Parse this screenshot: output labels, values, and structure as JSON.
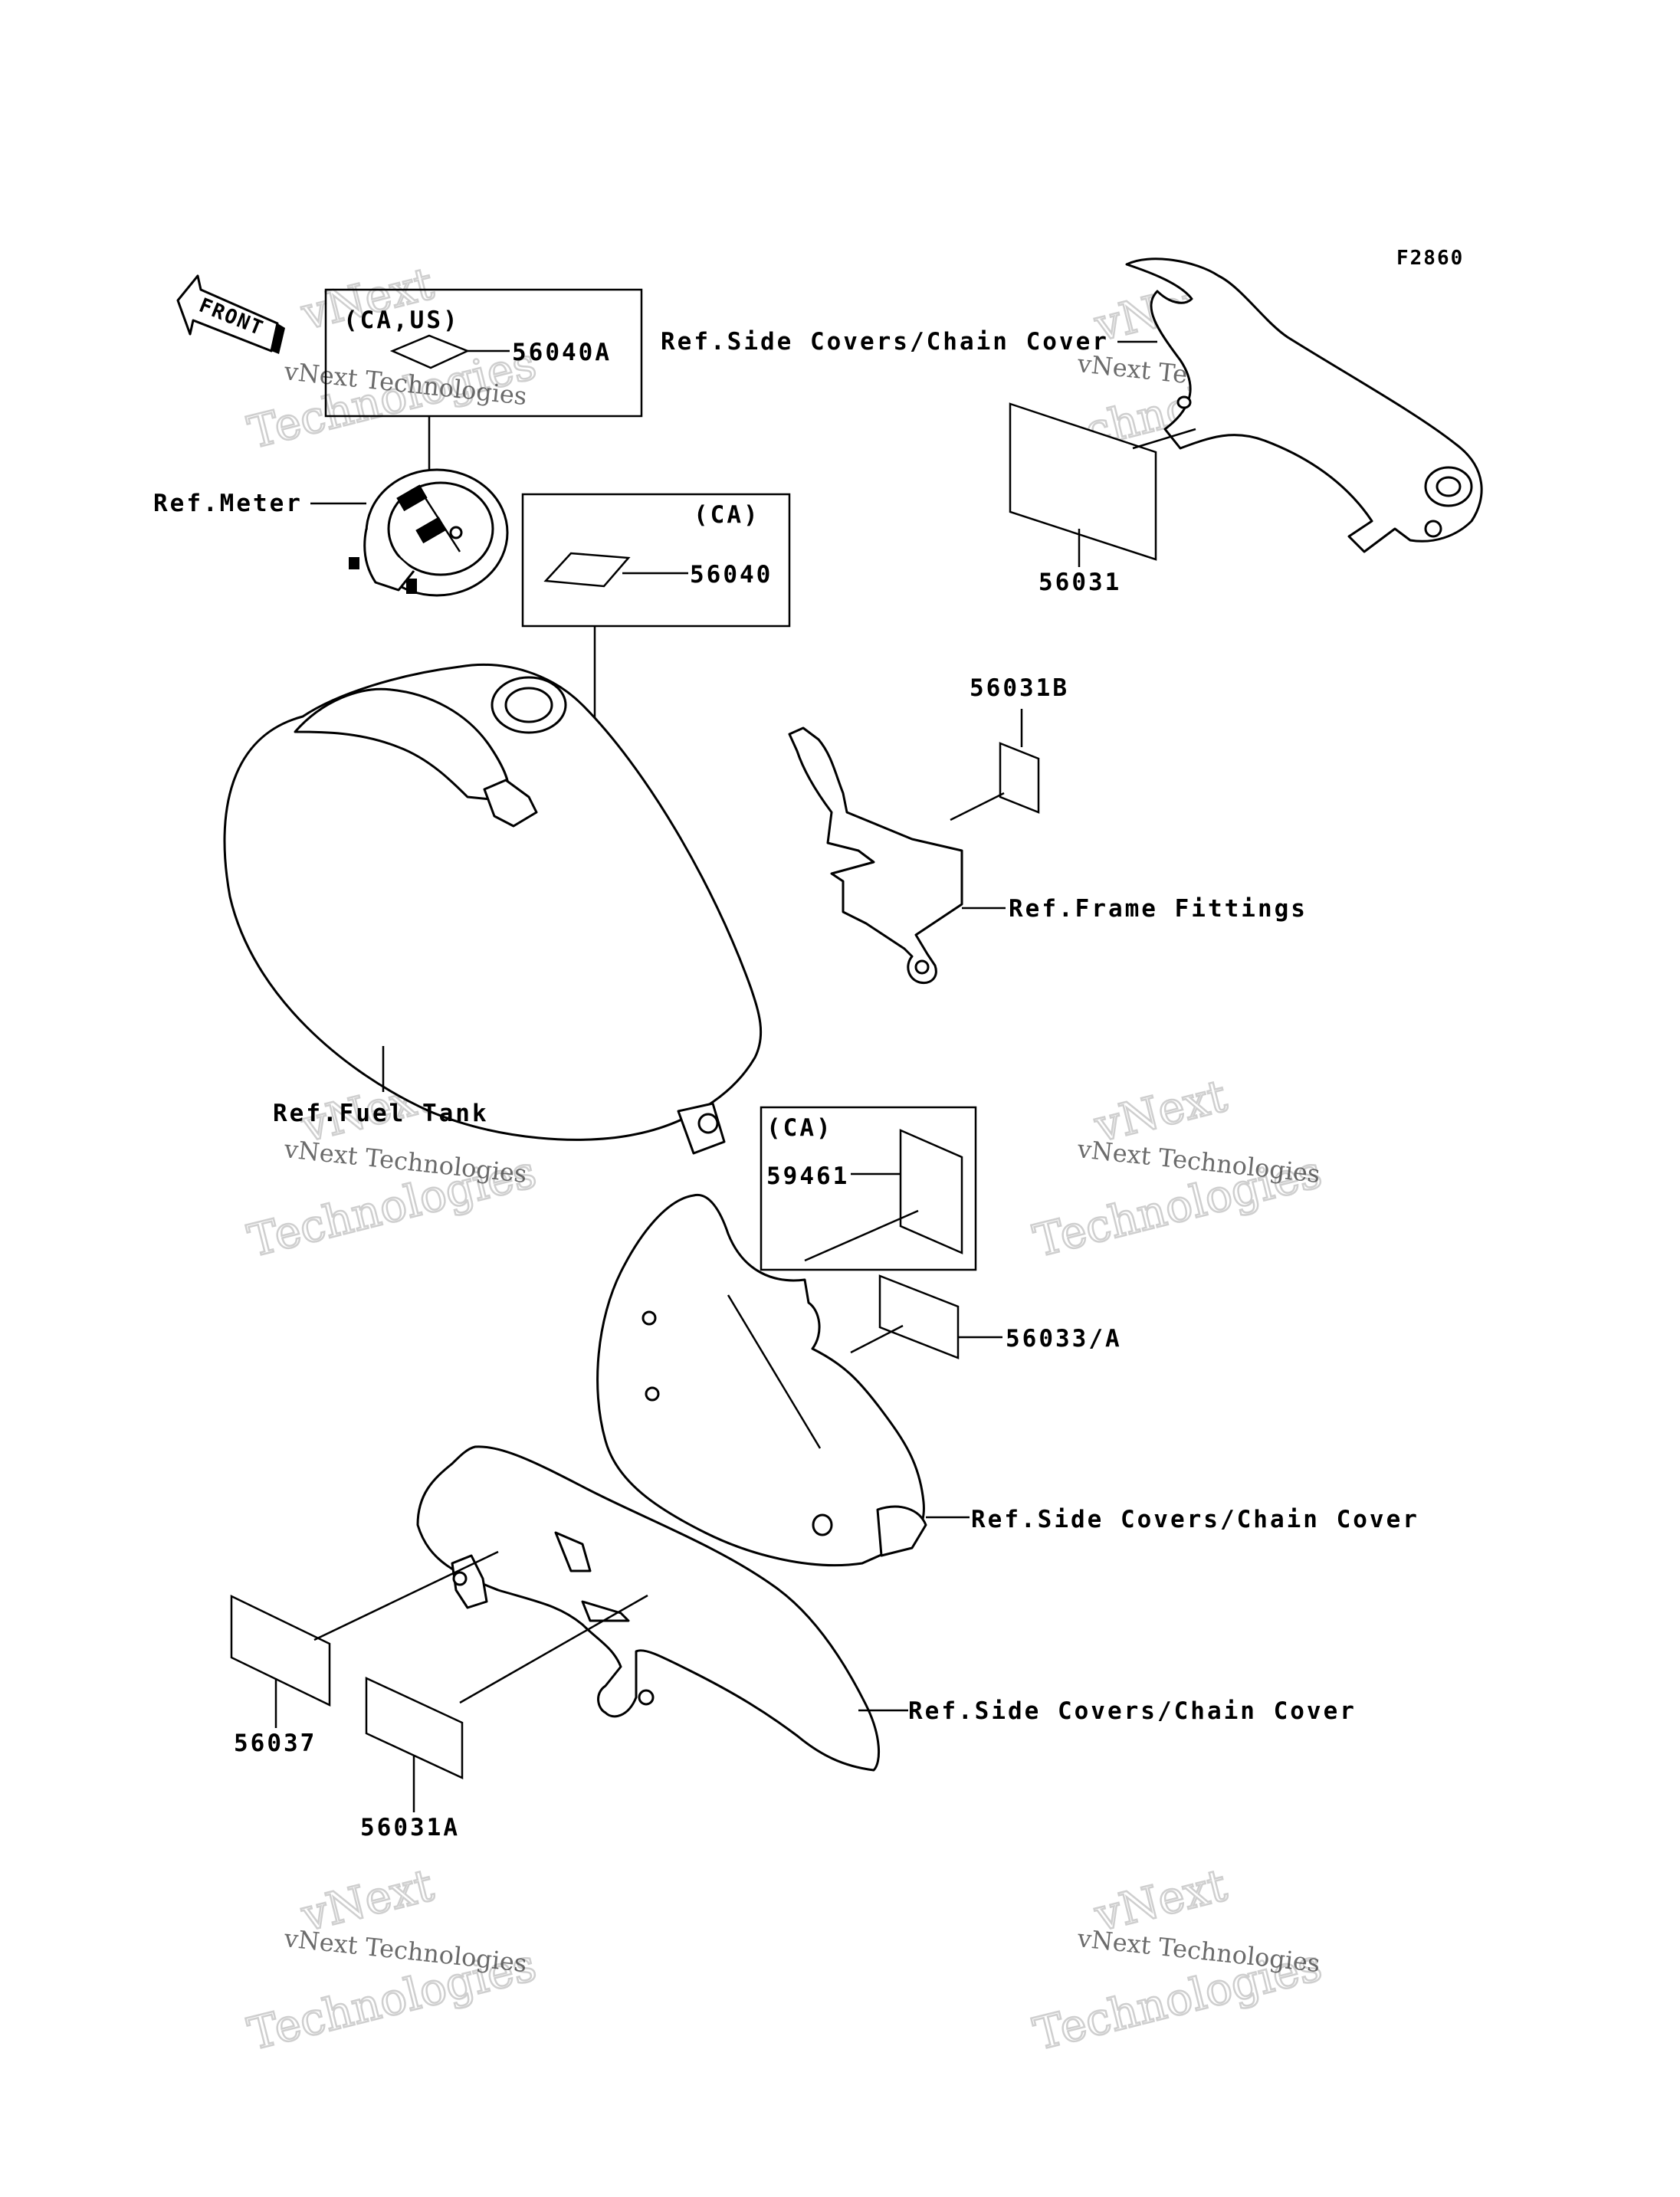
{
  "figure_id": "F2860",
  "front_arrow": "FRONT",
  "labels": {
    "ref_meter": "Ref.Meter",
    "ref_fuel_tank": "Ref.Fuel Tank",
    "ref_frame_fittings": "Ref.Frame Fittings",
    "ref_side_covers_top": "Ref.Side Covers/Chain Cover",
    "ref_side_covers_mid": "Ref.Side Covers/Chain Cover",
    "ref_side_covers_bottom": "Ref.Side Covers/Chain Cover"
  },
  "boxes": {
    "ca_us": "(CA,US)",
    "ca_upper": "(CA)",
    "ca_lower": "(CA)"
  },
  "parts": {
    "p56040A": "56040A",
    "p56040": "56040",
    "p56031": "56031",
    "p56031B": "56031B",
    "p59461": "59461",
    "p56033A": "56033/A",
    "p56037": "56037",
    "p56031A": "56031A"
  },
  "watermarks": {
    "line1": "vNext Technologies",
    "line2": "Technologies",
    "line3": "vNext"
  },
  "colors": {
    "ink": "#000000",
    "watermark_outline": "#cfcfcf"
  }
}
